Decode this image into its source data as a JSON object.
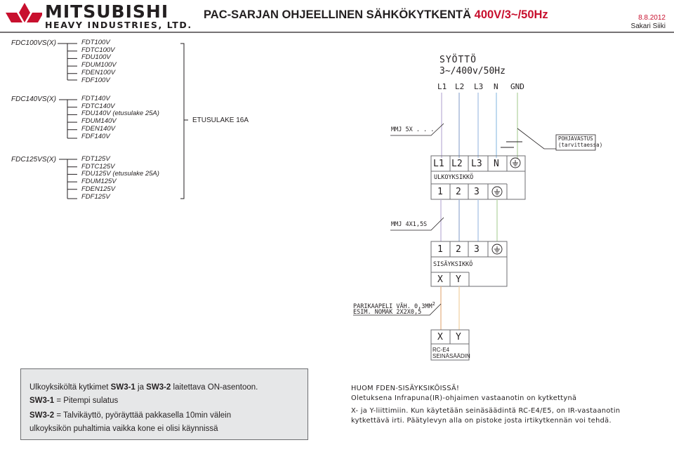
{
  "header": {
    "logo_main": "MITSUBISHI",
    "logo_sub": "HEAVY INDUSTRIES, LTD.",
    "title_main": "PAC-SARJAN OHJEELLINEN SÄHKÖKYTKENTÄ ",
    "title_spec": "400V/3~/50Hz",
    "date": "8.8.2012",
    "author": "Sakari Siiki"
  },
  "groups": [
    {
      "label": "FDC100VS(X)",
      "models": [
        "FDT100V",
        "FDTC100V",
        "FDU100V",
        "FDUM100V",
        "FDEN100V",
        "FDF100V"
      ]
    },
    {
      "label": "FDC140VS(X)",
      "models": [
        "FDT140V",
        "FDTC140V",
        "FDU140V (etusulake 25A)",
        "FDUM140V",
        "FDEN140V",
        "FDF140V"
      ]
    },
    {
      "label": "FDC125VS(X)",
      "models": [
        "FDT125V",
        "FDTC125V",
        "FDU125V (etusulake 25A)",
        "FDUM125V",
        "FDEN125V",
        "FDF125V"
      ]
    }
  ],
  "fuse_label": "ETUSULAKE 16A",
  "diagram": {
    "supply_title": "SYÖTTÖ",
    "supply_spec": "3~/400v/50Hz",
    "supply_terminals": [
      "L1",
      "L2",
      "L3",
      "N",
      "GND"
    ],
    "supply_cable": "MMJ 5X . . .",
    "ground_rod": "POHJAVASTUS",
    "ground_rod_note": "(tarvittaessa)",
    "outdoor_terminals_top": [
      "L1",
      "L2",
      "L3",
      "N"
    ],
    "outdoor_label": "ULKOYKSIKKÖ",
    "outdoor_terminals_bottom": [
      "1",
      "2",
      "3"
    ],
    "link_cable": "MMJ 4X1,5S",
    "indoor_terminals_top": [
      "1",
      "2",
      "3"
    ],
    "indoor_label": "SISÄYKSIKKÖ",
    "indoor_terminals_bottom": [
      "X",
      "Y"
    ],
    "pair_cable_line1": "PARIKAAPELI VÄH. 0,3MM",
    "pair_cable_sup": "2",
    "pair_cable_line2": "ESIM. NOMAK 2X2X0,5",
    "controller_terminals": [
      "X",
      "Y"
    ],
    "controller_model": "RC-E4",
    "controller_label": "SEINÄSÄÄDIN"
  },
  "note_box": {
    "line1_a": "Ulkoyksiköltä kytkimet ",
    "line1_b": "SW3-1",
    "line1_c": " ja ",
    "line1_d": "SW3-2",
    "line1_e": " laitettava ON-asentoon.",
    "line2_a": "SW3-1",
    "line2_b": " = Pitempi sulatus",
    "line3_a": "SW3-2",
    "line3_b": " = Talvikäyttö, pyöräyttää pakkasella 10min välein",
    "line4": "ulkoyksikön puhaltimia vaikka kone ei olisi käynnissä"
  },
  "note_right": {
    "line1": "HUOM FDEN-SISÄYKSIKÖISSÄ!",
    "line2": "Oletuksena Infrapuna(IR)-ohjaimen vastaanotin on kytkettynä",
    "line3": "X- ja Y-liittimiin. Kun käytetään seinäsäädintä RC-E4/E5, on IR-vastaanotin",
    "line4": "kytkettävä irti. Päätylevyn alla on pistoke josta irtikytkennän voi tehdä."
  },
  "colors": {
    "brand_red": "#c8102e",
    "wire_l1": "#c0b4d8",
    "wire_l2": "#9ab0d4",
    "wire_l3": "#a9c4e4",
    "wire_n": "#9dc7e6",
    "wire_gnd": "#b6d6a6",
    "wire_x": "#e6b389",
    "wire_y": "#f0d2a8"
  }
}
